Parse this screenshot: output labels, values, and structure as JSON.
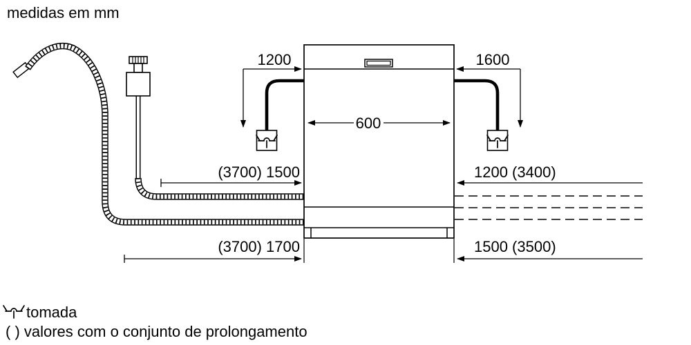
{
  "title": "medidas em mm",
  "colors": {
    "ink": "#000000",
    "background": "#ffffff"
  },
  "diagram": {
    "appliance": {
      "type": "dishwasher-front-view"
    },
    "dimensions": {
      "power_cord_left": "1200",
      "power_cord_right": "1600",
      "appliance_width": "600",
      "hose_top_left": "(3700) 1500",
      "hose_top_right": "1200 (3400)",
      "hose_bottom_left": "(3700) 1700",
      "hose_bottom_right": "1500 (3500)"
    },
    "icons": [
      "socket-icon",
      "drain-hose",
      "supply-hose",
      "aquastop-box",
      "power-cable"
    ]
  },
  "legend": {
    "socket_label": "tomada",
    "note": "( ) valores com o conjunto de prolongamento"
  }
}
